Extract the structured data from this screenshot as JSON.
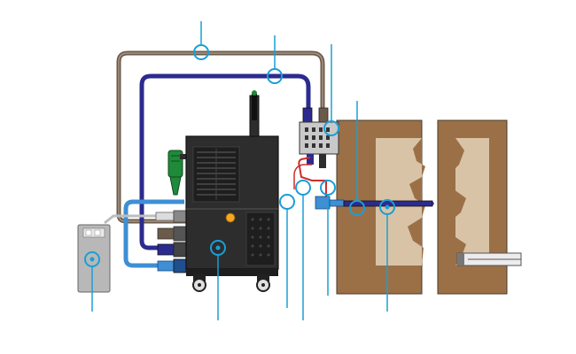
{
  "colors": {
    "callout": "#1a9fd6",
    "brown_hose": "#6b5a4a",
    "navy_hose": "#2b2b8f",
    "blue_hose": "#3e8fd4",
    "unit_body": "#2d2d2d",
    "unit_dark": "#1e1e1e",
    "mold_brown": "#9b7047",
    "mold_cavity": "#d9c3a6",
    "canister_grey": "#b8b8b8",
    "indicator": "#f5a623",
    "green_filter": "#1f8a3a",
    "red_hose": "#d12b2b"
  },
  "callouts": [
    {
      "name": "top-left-hose-callout",
      "target": "brown-return-hose"
    },
    {
      "name": "top-right-hose-callout",
      "target": "navy-supply-hose"
    },
    {
      "name": "manifold-callout",
      "target": "valve-manifold"
    },
    {
      "name": "nozzle-callout",
      "target": "spray-nozzle"
    },
    {
      "name": "canister-callout",
      "target": "fluid-canister"
    },
    {
      "name": "main-unit-callout",
      "target": "main-unit"
    },
    {
      "name": "hose-coupling-callout-1",
      "target": "coupling-left"
    },
    {
      "name": "hose-coupling-callout-2",
      "target": "coupling-middle"
    },
    {
      "name": "hose-coupling-callout-3",
      "target": "coupling-right"
    },
    {
      "name": "blow-pipe-callout",
      "target": "blow-pipe"
    }
  ],
  "icons": {
    "grip": "handle-icon",
    "wheel": "wheel-icon",
    "filter": "filter-icon"
  }
}
